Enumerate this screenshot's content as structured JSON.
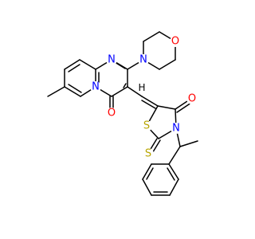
{
  "labels": {
    "n_pyrimidine": "N",
    "n_bridgehead": "N",
    "n_morpholine": "N",
    "o_morpholine": "O",
    "o_carbonyl_left": "O",
    "o_carbonyl_right": "O",
    "s_ring": "S",
    "s_thioxo": "S",
    "n_thiazolidine": "N",
    "h_methine": "H"
  },
  "colors": {
    "bond": "#000000",
    "nitrogen": "#0000ff",
    "oxygen": "#ff0000",
    "sulfur": "#b8a500",
    "hydrogen": "#000000"
  }
}
